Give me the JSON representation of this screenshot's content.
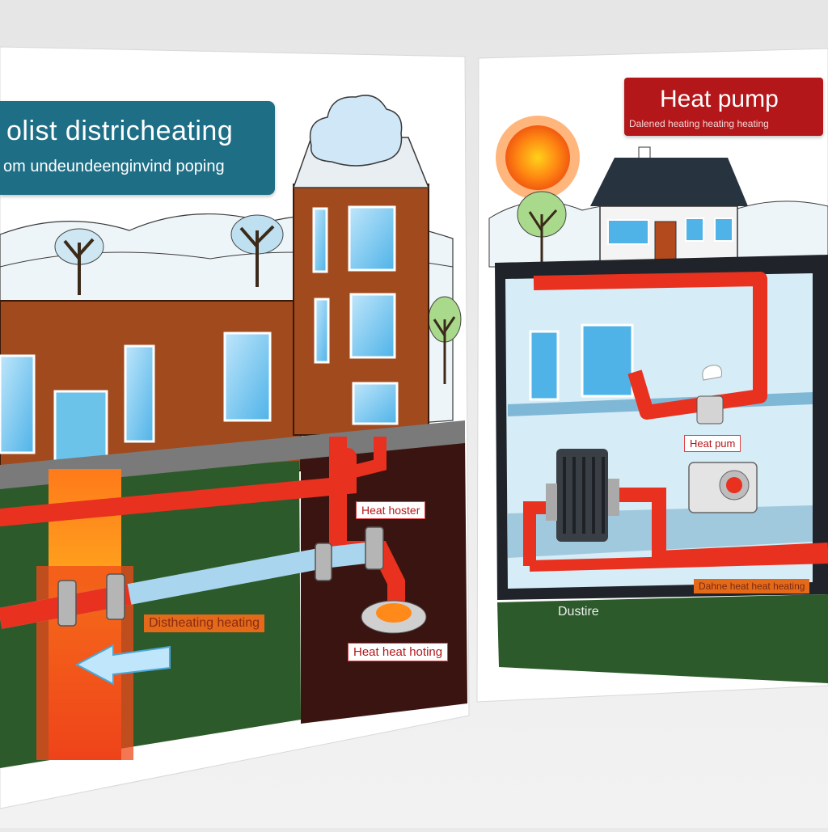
{
  "left_panel": {
    "title": "olist districheating",
    "subtitle": "om undeundeenginvind poping",
    "labels": {
      "heat_hoster": "Heat hoster",
      "district_heating": "Distheating heating",
      "heat_heat_hoting": "Heat heat hoting"
    }
  },
  "right_panel": {
    "title": "Heat pump",
    "subtitle": "Dalened heating heating heating",
    "labels": {
      "heat_pump_small": "Heat pum",
      "dustire": "Dustire",
      "orange_banner": "Dahne heat heat heating"
    }
  },
  "icons": [
    "sun-icon",
    "tree-icon",
    "house-icon",
    "radiator-icon",
    "heat-pump-unit-icon",
    "arrow-icon",
    "snow-cloud-icon"
  ],
  "colors": {
    "pipe_red": "#e8311f",
    "pipe_blue": "#a9d6ee",
    "brick": "#a04a1e",
    "ground": "#2c5a2a",
    "title_teal": "#1e6f86",
    "title_red": "#b4171a",
    "label_orange": "#e46a1a"
  }
}
